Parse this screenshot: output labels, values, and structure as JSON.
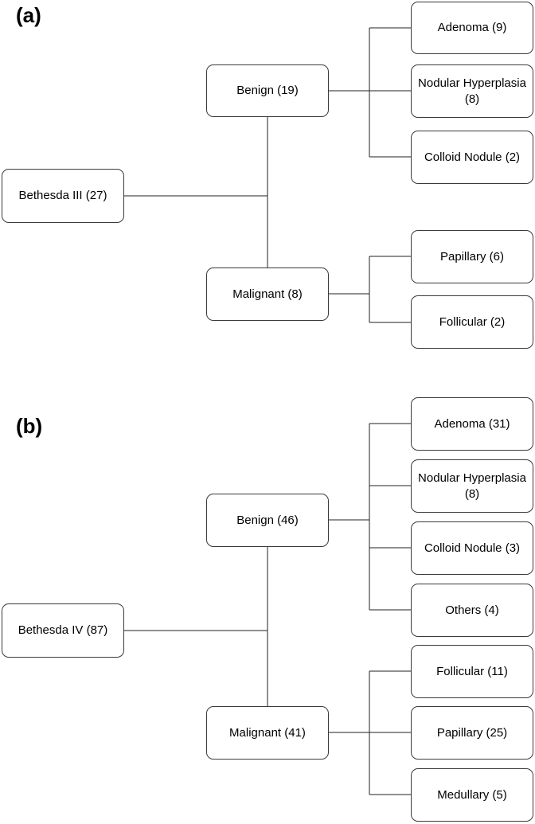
{
  "panels": [
    {
      "label": "(a)",
      "root": "Bethesda III (27)",
      "branches": [
        {
          "label": "Benign (19)",
          "children": [
            "Adenoma (9)",
            "Nodular Hyperplasia (8)",
            "Colloid Nodule (2)"
          ]
        },
        {
          "label": "Malignant (8)",
          "children": [
            "Papillary (6)",
            "Follicular (2)"
          ]
        }
      ]
    },
    {
      "label": "(b)",
      "root": "Bethesda IV (87)",
      "branches": [
        {
          "label": "Benign (46)",
          "children": [
            "Adenoma (31)",
            "Nodular Hyperplasia (8)",
            "Colloid Nodule (3)",
            "Others (4)"
          ]
        },
        {
          "label": "Malignant (41)",
          "children": [
            "Follicular (11)",
            "Papillary (25)",
            "Medullary (5)"
          ]
        }
      ]
    }
  ]
}
